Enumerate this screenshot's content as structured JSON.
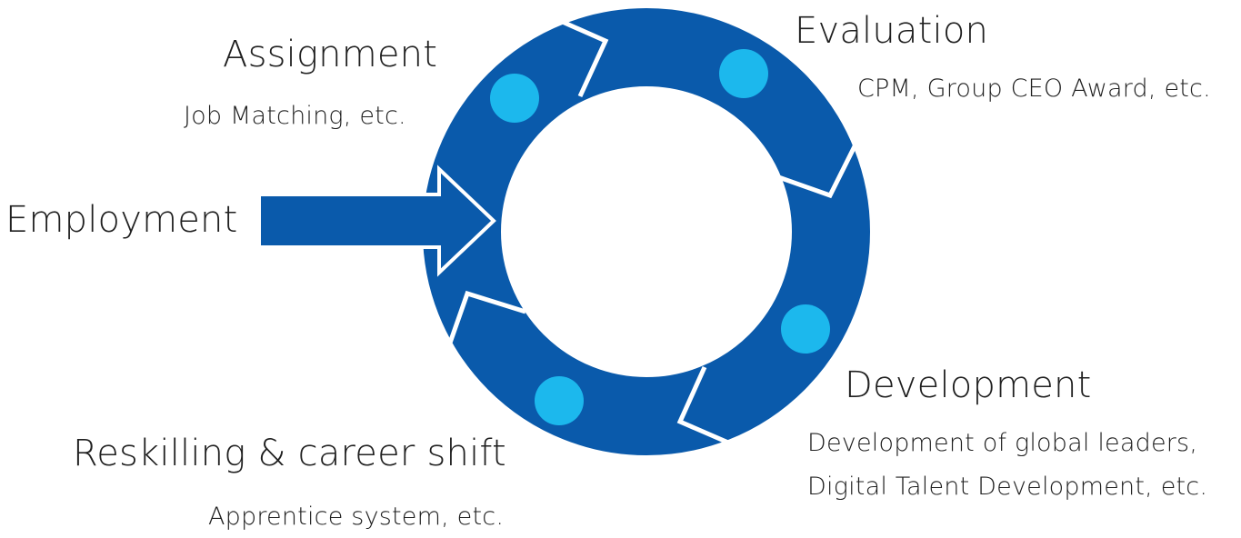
{
  "colors": {
    "ring": "#0a5aab",
    "dot": "#1cb8ed",
    "separator": "#ffffff",
    "text": "#1f1f1f",
    "background": "#ffffff"
  },
  "icons": {
    "arrow": "right-arrow",
    "dot": "circle-dot"
  },
  "stages": {
    "assignment": {
      "title": "Assignment",
      "detail": "Job Matching, etc."
    },
    "evaluation": {
      "title": "Evaluation",
      "detail": "CPM, Group CEO Award, etc."
    },
    "development": {
      "title": "Development",
      "detail_line1": "Development of global leaders,",
      "detail_line2": "Digital Talent Development, etc."
    },
    "reskilling": {
      "title": "Reskilling & career shift",
      "detail": "Apprentice system, etc."
    },
    "employment": {
      "title": "Employment"
    }
  }
}
